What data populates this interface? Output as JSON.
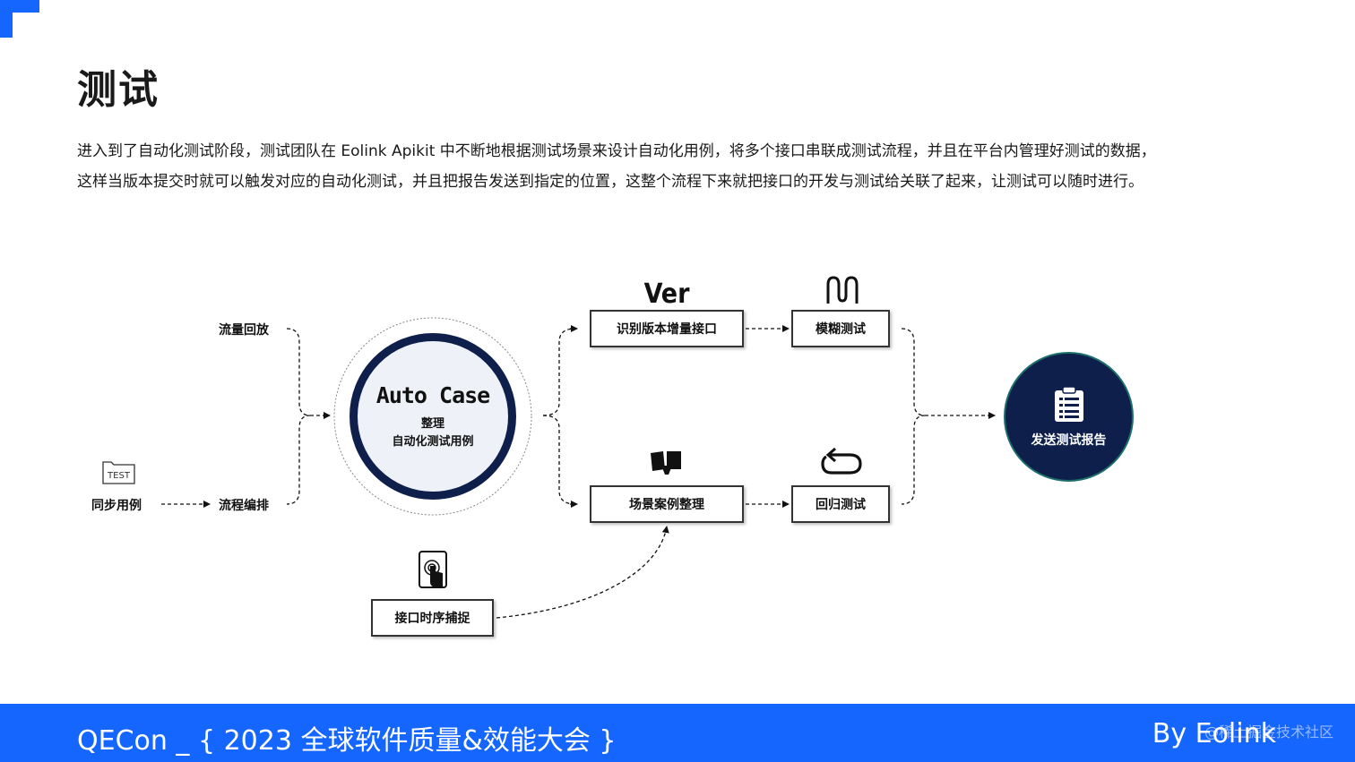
{
  "page": {
    "title": "测试",
    "intro_line1": "进入到了自动化测试阶段，测试团队在 Eolink Apikit 中不断地根据测试场景来设计自动化用例，将多个接口串联成测试流程，并且在平台内管理好测试的数据，",
    "intro_line2": "这样当版本提交时就可以触发对应的自动化测试，并且把报告发送到指定的位置，这整个流程下来就把接口的开发与测试给关联了起来，让测试可以随时进行。"
  },
  "diagram": {
    "traffic_replay": "流量回放",
    "sync_cases": "同步用例",
    "flow_orchestration": "流程编排",
    "test_icon_text": "TEST",
    "center_title": "Auto Case",
    "center_line1": "整理",
    "center_line2": "自动化测试用例",
    "ver_icon_text": "Ver",
    "identify_version": "识别版本增量接口",
    "fuzz_test": "模糊测试",
    "scenario_cases": "场景案例整理",
    "regression_test": "回归测试",
    "interface_capture": "接口时序捕捉",
    "send_report": "发送测试报告"
  },
  "footer": {
    "left": "QECon _ { 2023 全球软件质量&效能大会 }",
    "right": "By Eolink",
    "watermark": "@稀土掘金技术社区"
  },
  "colors": {
    "accent": "#1565ff",
    "navy": "#0d1f4a"
  }
}
